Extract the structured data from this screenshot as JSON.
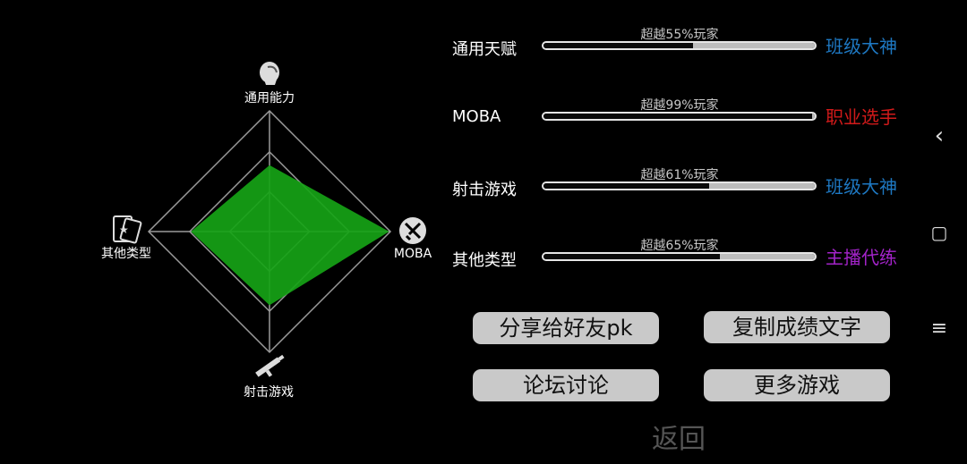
{
  "radar": {
    "axes": [
      {
        "label": "通用能力",
        "icon": "head-icon"
      },
      {
        "label": "MOBA",
        "icon": "moba-swords-icon"
      },
      {
        "label": "射击游戏",
        "icon": "rifle-icon"
      },
      {
        "label": "其他类型",
        "icon": "cards-icon"
      }
    ],
    "values": [
      0.55,
      0.99,
      0.61,
      0.65
    ],
    "fill_color": "#16a316",
    "grid_color": "#9a9a9a"
  },
  "stats": [
    {
      "name": "通用天赋",
      "caption": "超越55%玩家",
      "percent": 55,
      "rank": "班级大神",
      "rank_color": "#1e78c2"
    },
    {
      "name": "MOBA",
      "caption": "超越99%玩家",
      "percent": 99,
      "rank": "职业选手",
      "rank_color": "#d11a1a"
    },
    {
      "name": "射击游戏",
      "caption": "超越61%玩家",
      "percent": 61,
      "rank": "班级大神",
      "rank_color": "#1e78c2"
    },
    {
      "name": "其他类型",
      "caption": "超越65%玩家",
      "percent": 65,
      "rank": "主播代练",
      "rank_color": "#a323c9"
    }
  ],
  "buttons": {
    "share": "分享给好友pk",
    "copy": "复制成绩文字",
    "forum": "论坛讨论",
    "more": "更多游戏",
    "back": "返回"
  },
  "nav": {
    "back_glyph": "‹",
    "home_glyph": "▢",
    "menu_glyph": "≡"
  }
}
